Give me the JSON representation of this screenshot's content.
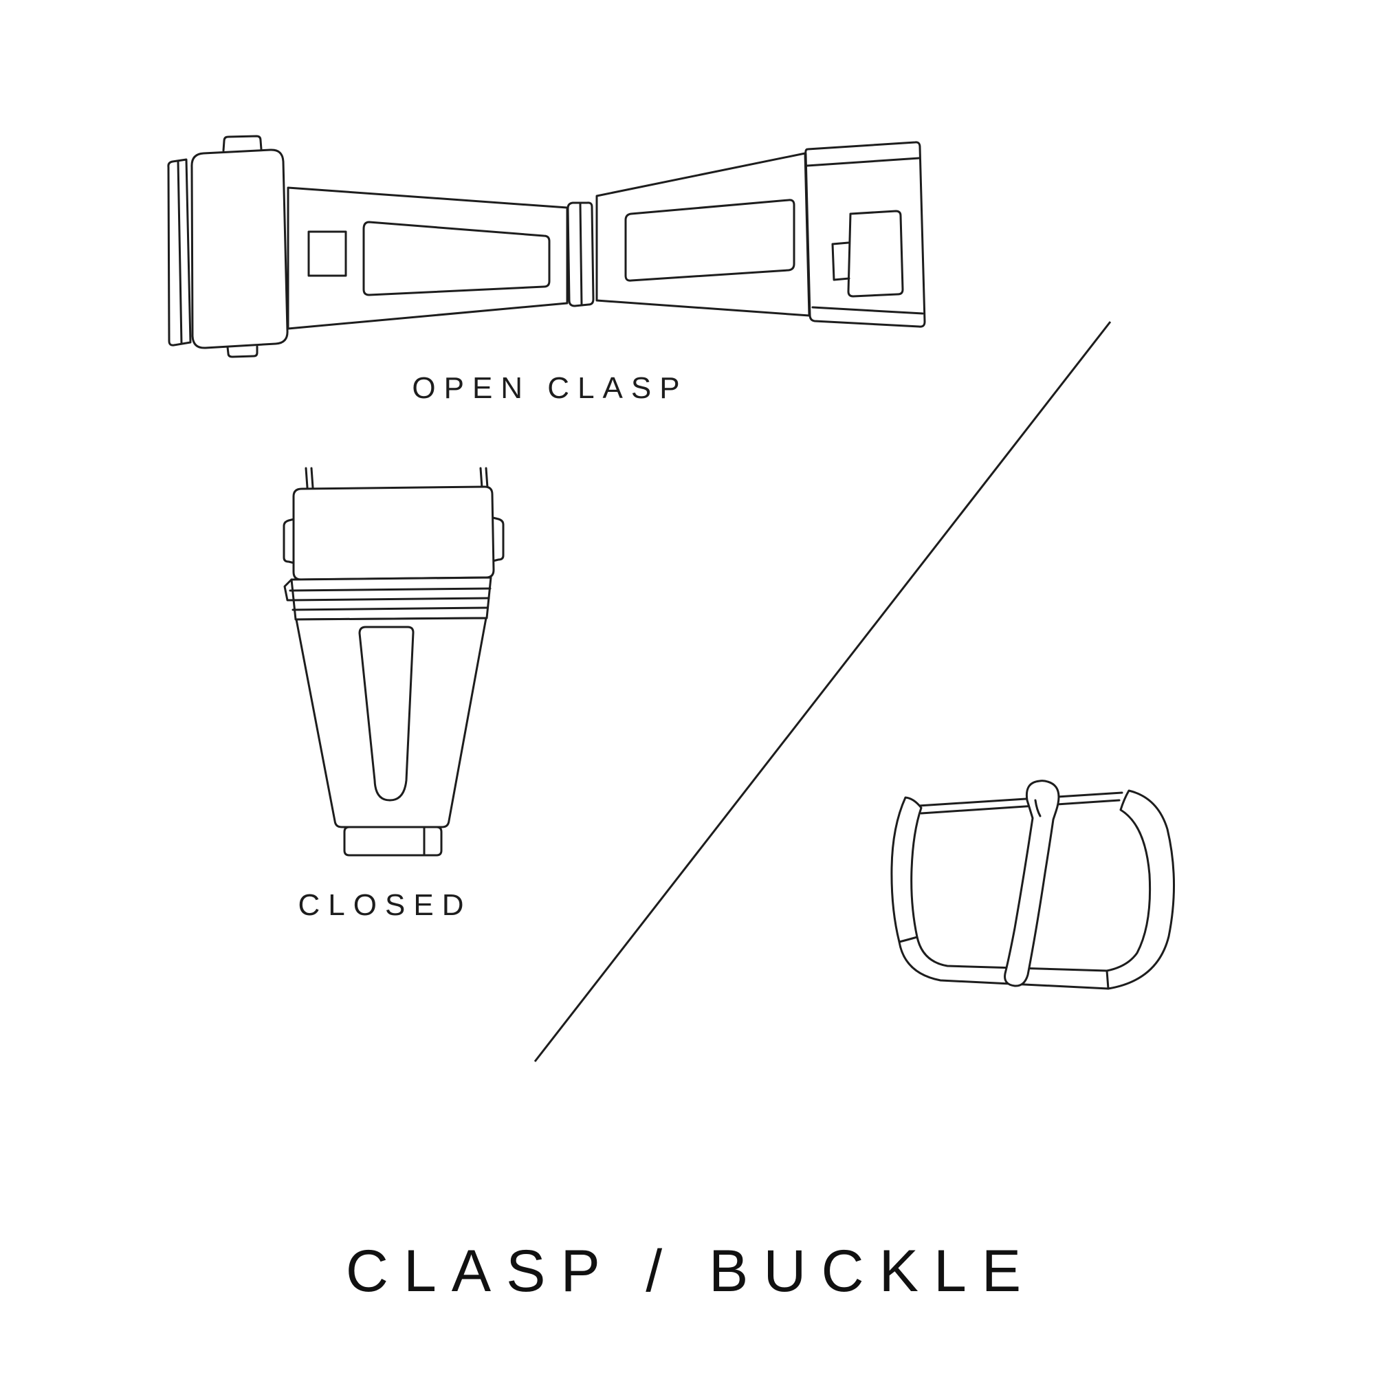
{
  "canvas": {
    "background": "#ffffff",
    "line_color": "#1d1d1d"
  },
  "figures": {
    "open_clasp": {
      "label": "OPEN CLASP",
      "icon": "open-clasp-illustration"
    },
    "closed_clasp": {
      "label": "CLOSED",
      "icon": "closed-clasp-illustration"
    },
    "buckle": {
      "icon": "tang-buckle-illustration"
    }
  },
  "title": "CLASP / BUCKLE"
}
